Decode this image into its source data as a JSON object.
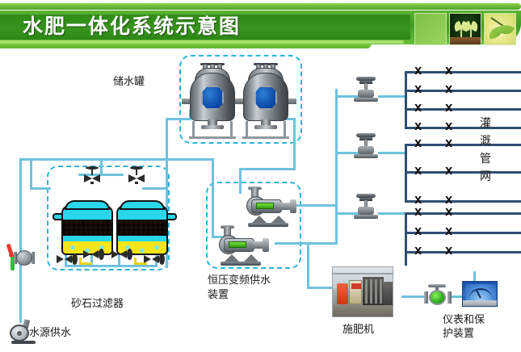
{
  "header": {
    "title": "水肥一体化系统示意图",
    "thumbnails": [
      {
        "name": "blank-green-thumb",
        "alt": ""
      },
      {
        "name": "seedling-photo-thumb",
        "alt": ""
      },
      {
        "name": "leaf-photo-thumb",
        "alt": ""
      }
    ]
  },
  "diagram": {
    "labels": {
      "storage_tank": "储水罐",
      "sand_filter": "砂石过滤器",
      "water_source": "水源供水",
      "vfd_pump": "恒压变频供水\n装置",
      "vfd_pump_line1": "恒压变频供水",
      "vfd_pump_line2": "装置",
      "irrigation_network": "灌溉管网",
      "fertilizer_machine": "施肥机",
      "instrument_device_line1": "仪表和保",
      "instrument_device_line2": "护装置",
      "instrument_device": "仪表和保护装置"
    },
    "emitter_symbol": "X",
    "components": {
      "storage_tanks_count": 2,
      "sand_filters_count": 2,
      "vfd_pumps_count": 2,
      "control_valves_count": 3,
      "gate_valves_count": 2,
      "butterfly_valves_count": 4
    },
    "irrigation_grid": {
      "manifolds": 3,
      "laterals_per_manifold": [
        4,
        3,
        4
      ],
      "emitters_per_lateral": 2
    }
  },
  "colors": {
    "header_green_dark": "#2f8c18",
    "header_green_mid": "#3f9c22",
    "header_green_light": "#8ed24a",
    "pipe_blue": "#6fc2de",
    "pipe_navy": "#2f4f74",
    "dash_border": "#2bb4d6",
    "tank_port_blue": "#0b49a8",
    "filter_water": "#29d6ea",
    "filter_sand": "#f4e41a",
    "pump_green": "#2f9a12",
    "valve_red": "#e03b2f",
    "valve_green": "#2fbd3a",
    "gauge_blue": "#2f6fc9"
  }
}
